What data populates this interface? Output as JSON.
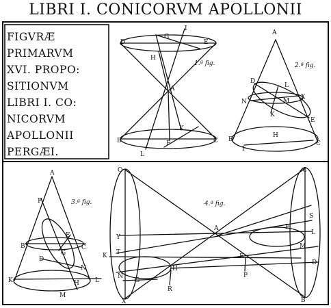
{
  "title": "LIBRI I. CONICORVM APOLLONII",
  "intro_lines": [
    "FIGVRÆ",
    "PRIMARVM",
    "XVI. PROPO:",
    "SITIONVM",
    "LIBRI I. CO:",
    "NICORVM",
    "APOLLONII",
    "PERGÆI."
  ],
  "fig1": {
    "caption": "1.ª fig.",
    "labels": {
      "D": "D",
      "G": "G",
      "I": "I",
      "E": "E",
      "H": "H",
      "A": "A",
      "K": "K",
      "F": "F",
      "B": "B",
      "C": "C",
      "L": "L"
    }
  },
  "fig2": {
    "caption": "2.ª fig.",
    "labels": {
      "A": "A",
      "D": "D",
      "L": "L",
      "X": "X",
      "N": "N",
      "M": "M",
      "K": "K",
      "E": "E",
      "H": "H",
      "B": "B",
      "C": "C",
      "I": "I"
    }
  },
  "fig3": {
    "caption": "3.ª fig.",
    "labels": {
      "A": "A",
      "F": "F",
      "E": "E",
      "B": "B",
      "G": "G",
      "C": "C",
      "D": "D",
      "N": "N",
      "K": "K",
      "H": "H",
      "L": "L",
      "M": "M"
    }
  },
  "fig4": {
    "caption": "4.ª fig.",
    "labels": {
      "O": "O",
      "C": "C",
      "S": "S",
      "Y": "Y",
      "A": "A",
      "F": "F",
      "L": "L",
      "T": "T",
      "M": "M",
      "K": "K",
      "D": "D",
      "E": "E",
      "N": "N",
      "G": "G",
      "H": "H",
      "P": "P",
      "R": "R",
      "X": "X",
      "B": "B"
    }
  }
}
